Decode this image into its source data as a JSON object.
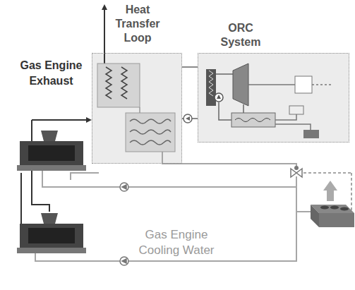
{
  "diagram": {
    "nodes": [
      {
        "text": [
          "Heat Transfer Loop"
        ]
      },
      {
        "text": [
          "ORC System"
        ]
      }
    ],
    "edges": [
      {
        "from": 0,
        "to": 1,
        "arrow": "none"
      },
      {
        "from": 1,
        "to": 0,
        "arrow": "none"
      }
    ],
    "labels": [
      "Gas Engine Exhaust",
      "Gas Engine Cooling Water"
    ]
  }
}
